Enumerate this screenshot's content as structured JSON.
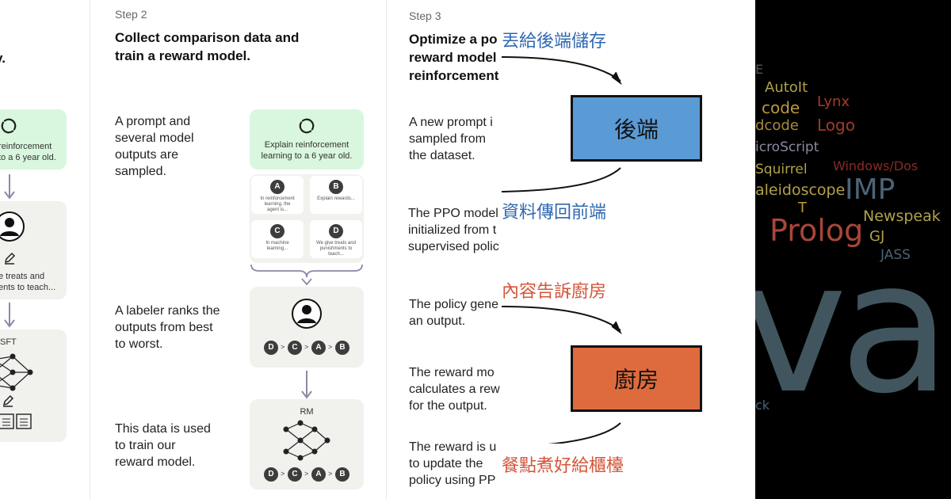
{
  "step1": {
    "title_tail": "y.",
    "prompt_card": "reinforcement\nto a 6 year old.",
    "demo_card": "e treats and\nents to teach...",
    "model_label": "SFT"
  },
  "step2": {
    "step_label": "Step 2",
    "title": "Collect comparison data and\ntrain a reward model.",
    "desc1": "A prompt and\nseveral model\noutputs are\nsampled.",
    "desc2": "A labeler ranks the\noutputs from best\nto worst.",
    "desc3": "This data is used\nto train our\nreward model.",
    "prompt_card": "Explain reinforcement\nlearning to a 6 year old.",
    "outputs": [
      {
        "badge": "A",
        "text": "In reinforcement\nlearning, the\nagent is..."
      },
      {
        "badge": "B",
        "text": "Explain rewards..."
      },
      {
        "badge": "C",
        "text": "In machine\nlearning..."
      },
      {
        "badge": "D",
        "text": "We give treats and\npunishments to\nteach..."
      }
    ],
    "ranking": [
      "D",
      "C",
      "A",
      "B"
    ],
    "ranking_sep": ">",
    "rm_label": "RM"
  },
  "step3": {
    "step_label": "Step 3",
    "title": "Optimize a po\nreward model\nreinforcement",
    "desc1": "A new prompt i\nsampled from\nthe dataset.",
    "desc2": "The PPO model\ninitialized from t\nsupervised polic",
    "desc3": "The policy gene\nan output.",
    "desc4": "The reward mo\ncalculates a rew\nfor the output.",
    "desc5": "The reward is u\nto update the\npolicy using PP"
  },
  "overlay": {
    "cn_send_backend": "丟給後端儲存",
    "cn_backend": "後端",
    "cn_return_frontend": "資料傳回前端",
    "cn_tell_kitchen": "內容告訴廚房",
    "cn_kitchen": "廚房",
    "cn_cook_counter": "餐點煮好給櫃檯"
  },
  "colors": {
    "blue_box": "#5b9bd5",
    "orange_box": "#dd6b3d",
    "blue_text": "#2f68b0",
    "red_text": "#d4553a",
    "green_card": "#d9f7de"
  },
  "wordcloud": {
    "words": [
      "E",
      "AutoIt",
      "code",
      "Lynx",
      "dcode",
      "Logo",
      "icroScript",
      "Squirrel",
      "Windows/Dos",
      "aleidoscope",
      "IMP",
      "T",
      "Newspeak",
      "Prolog",
      "GJ",
      "JASS",
      "va",
      "ck"
    ]
  }
}
